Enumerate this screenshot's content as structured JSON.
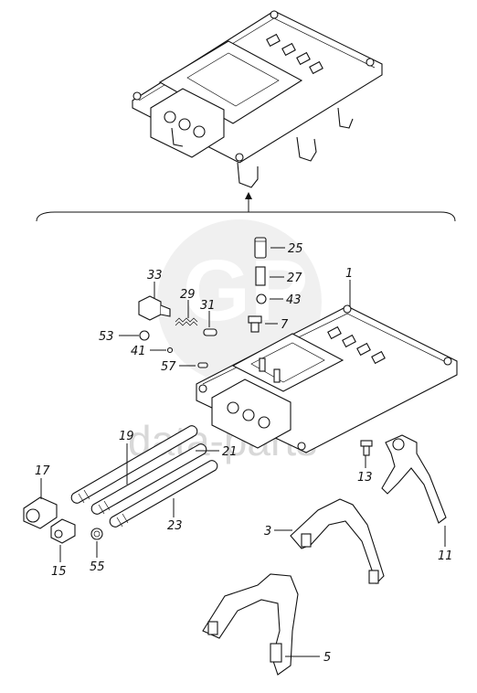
{
  "watermark": {
    "text": "data-parts",
    "color": "#d8d8d8"
  },
  "callouts": [
    {
      "id": "c25",
      "label": "25"
    },
    {
      "id": "c27",
      "label": "27"
    },
    {
      "id": "c43",
      "label": "43"
    },
    {
      "id": "c1",
      "label": "1"
    },
    {
      "id": "c7",
      "label": "7"
    },
    {
      "id": "c33",
      "label": "33"
    },
    {
      "id": "c29",
      "label": "29"
    },
    {
      "id": "c31",
      "label": "31"
    },
    {
      "id": "c53",
      "label": "53"
    },
    {
      "id": "c41",
      "label": "41"
    },
    {
      "id": "c57",
      "label": "57"
    },
    {
      "id": "c19",
      "label": "19"
    },
    {
      "id": "c21",
      "label": "21"
    },
    {
      "id": "c17",
      "label": "17"
    },
    {
      "id": "c23",
      "label": "23"
    },
    {
      "id": "c13",
      "label": "13"
    },
    {
      "id": "c3",
      "label": "3"
    },
    {
      "id": "c11",
      "label": "11"
    },
    {
      "id": "c15",
      "label": "15"
    },
    {
      "id": "c55",
      "label": "55"
    },
    {
      "id": "c5",
      "label": "5"
    }
  ]
}
